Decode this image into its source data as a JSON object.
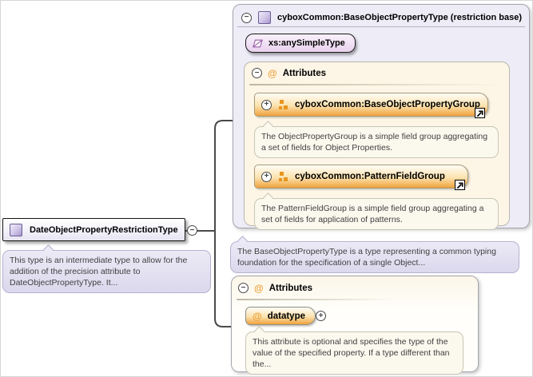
{
  "type_box": {
    "label": "DateObjectPropertyRestrictionType",
    "description": "This type is an intermediate type to allow for the addition of the precision attribute to DateObjectPropertyType. It..."
  },
  "base_panel": {
    "title": "cyboxCommon:BaseObjectPropertyType (restriction base)",
    "base_type_label": "xs:anySimpleType",
    "attributes_title": "Attributes",
    "groups": [
      {
        "label": "cyboxCommon:BaseObjectPropertyGroup",
        "description": "The ObjectPropertyGroup is a simple field group aggregating a set of fields for Object Properties."
      },
      {
        "label": "cyboxCommon:PatternFieldGroup",
        "description": "The PatternFieldGroup is a simple field group aggregating a set of fields for application of patterns."
      }
    ],
    "description": "The BaseObjectPropertyType is a type representing a common typing foundation for the specification of a single Object..."
  },
  "attributes_panel": {
    "title": "Attributes",
    "attribute": {
      "name": "datatype",
      "description": "This attribute is optional and specifies the type of the value of the specified property. If a type different than the..."
    }
  },
  "icons": {
    "collapse_glyph": "−",
    "expand_glyph": "+",
    "at_glyph": "@"
  },
  "colors": {
    "panel_lavender": "#edecf7",
    "attribute_orange": "#f0a23c",
    "cream_section": "#fdf6e7",
    "complex_type_purple": "#a897cf",
    "connector_gray": "#4a4a4a"
  }
}
